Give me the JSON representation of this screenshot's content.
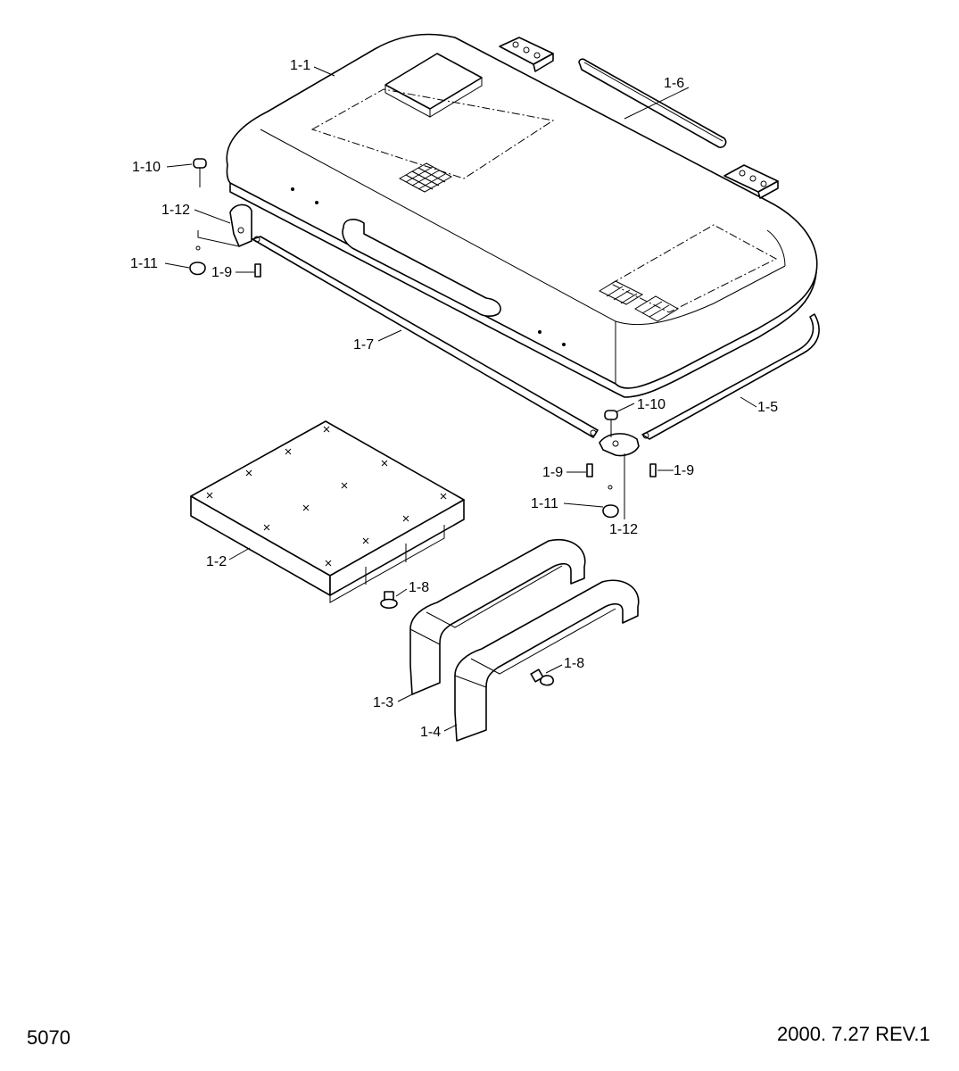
{
  "labels": {
    "l1_1": "1-1",
    "l1_2": "1-2",
    "l1_3": "1-3",
    "l1_4": "1-4",
    "l1_5": "1-5",
    "l1_6": "1-6",
    "l1_7": "1-7",
    "l1_8a": "1-8",
    "l1_8b": "1-8",
    "l1_9a": "1-9",
    "l1_9b": "1-9",
    "l1_9c": "1-9",
    "l1_10a": "1-10",
    "l1_10b": "1-10",
    "l1_11a": "1-11",
    "l1_11b": "1-11",
    "l1_12a": "1-12",
    "l1_12b": "1-12"
  },
  "footer": {
    "page_number": "5070",
    "revision": "2000. 7.27 REV.1"
  }
}
